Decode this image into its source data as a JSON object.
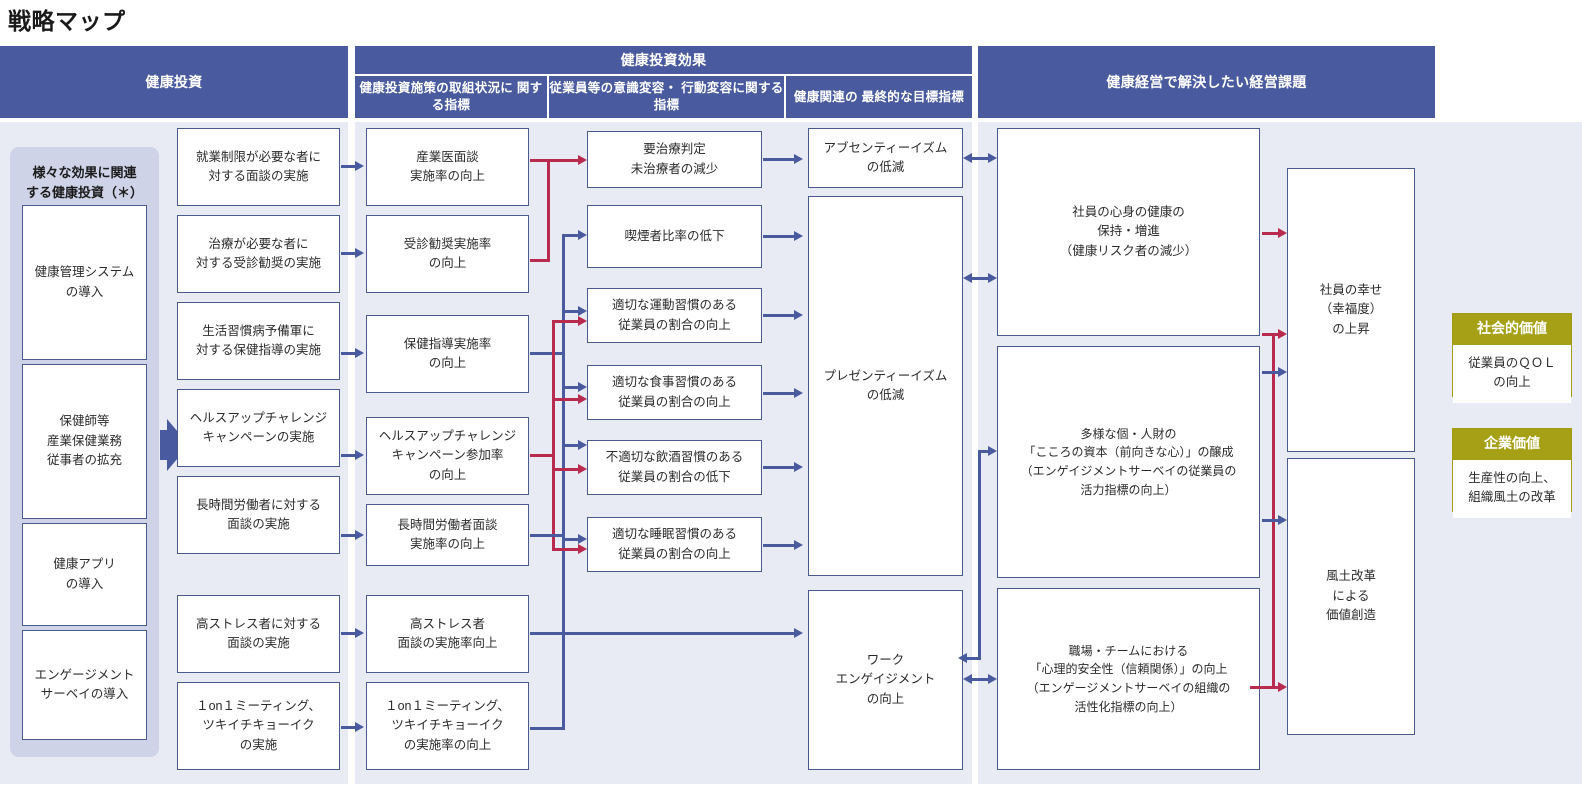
{
  "page": {
    "title": "戦略マップ"
  },
  "headers": {
    "investment": "健康投資",
    "effect": "健康投資効果",
    "effect_sub1": "健康投資施策の取組状況に\n関する指標",
    "effect_sub2": "従業員等の意識変容・\n行動変容に関する指標",
    "effect_sub3": "健康関連の\n最終的な目標指標",
    "issues": "健康経営で解決したい経営課題"
  },
  "group": {
    "title": "様々な効果に関連\nする健康投資（＊）",
    "items": [
      {
        "label": "健康管理システム\nの導入"
      },
      {
        "label": "保健師等\n産業保健業務\n従事者の拡充"
      },
      {
        "label": "健康アプリ\nの導入"
      },
      {
        "label": "エンゲージメント\nサーベイの導入"
      }
    ]
  },
  "col_measures": [
    {
      "label": "就業制限が必要な者に\n対する面談の実施"
    },
    {
      "label": "治療が必要な者に\n対する受診勧奨の実施"
    },
    {
      "label": "生活習慣病予備軍に\n対する保健指導の実施"
    },
    {
      "label": "ヘルスアップチャレンジ\nキャンペーンの実施"
    },
    {
      "label": "長時間労働者に対する\n面談の実施"
    },
    {
      "label": "高ストレス者に対する\n面談の実施"
    },
    {
      "label": "１on１ミーティング、\nツキイチキョーイク\nの実施"
    }
  ],
  "col_status": [
    {
      "label": "産業医面談\n実施率の向上"
    },
    {
      "label": "受診勧奨実施率\nの向上"
    },
    {
      "label": "保健指導実施率\nの向上"
    },
    {
      "label": "ヘルスアップチャレンジ\nキャンペーン参加率\nの向上"
    },
    {
      "label": "長時間労働者面談\n実施率の向上"
    },
    {
      "label": "高ストレス者\n面談の実施率向上"
    },
    {
      "label": "１on１ミーティング、\nツキイチキョーイク\nの実施率の向上"
    }
  ],
  "col_behavior": [
    {
      "label": "要治療判定\n未治療者の減少"
    },
    {
      "label": "喫煙者比率の低下"
    },
    {
      "label": "適切な運動習慣のある\n従業員の割合の向上"
    },
    {
      "label": "適切な食事習慣のある\n従業員の割合の向上"
    },
    {
      "label": "不適切な飲酒習慣のある\n従業員の割合の低下"
    },
    {
      "label": "適切な睡眠習慣のある\n従業員の割合の向上"
    }
  ],
  "col_final": [
    {
      "label": "アブセンティーイズム\nの低減"
    },
    {
      "label": "プレゼンティーイズム\nの低減"
    },
    {
      "label": "ワーク\nエンゲイジメント\nの向上"
    }
  ],
  "col_issues": [
    {
      "label": "社員の心身の健康の\n保持・増進\n（健康リスク者の減少）"
    },
    {
      "label": "多様な個・人財の\n「こころの資本（前向きな心）」の醸成\n（エンゲイジメントサーベイの従業員の\n活力指標の向上）"
    },
    {
      "label": "職場・チームにおける\n「心理的安全性（信頼関係）」の向上\n（エンゲージメントサーベイの組織の\n活性化指標の向上）"
    }
  ],
  "col_outcome": [
    {
      "label": "社員の幸せ\n（幸福度）\nの上昇"
    },
    {
      "label": "風土改革\nによる\n価値創造"
    }
  ],
  "col_value": [
    {
      "head": "社会的価値",
      "body": "従業員のＱＯＬ\nの向上"
    },
    {
      "head": "企業価値",
      "body": "生産性の向上、\n組織風土の改革"
    }
  ],
  "colors": {
    "header_blue": "#4a5a9e",
    "panel_bg": "#e8eaf4",
    "group_bg": "#ced3e8",
    "arrow_blue": "#4a5a9e",
    "arrow_red": "#b92a4f",
    "olive": "#a6a017"
  }
}
